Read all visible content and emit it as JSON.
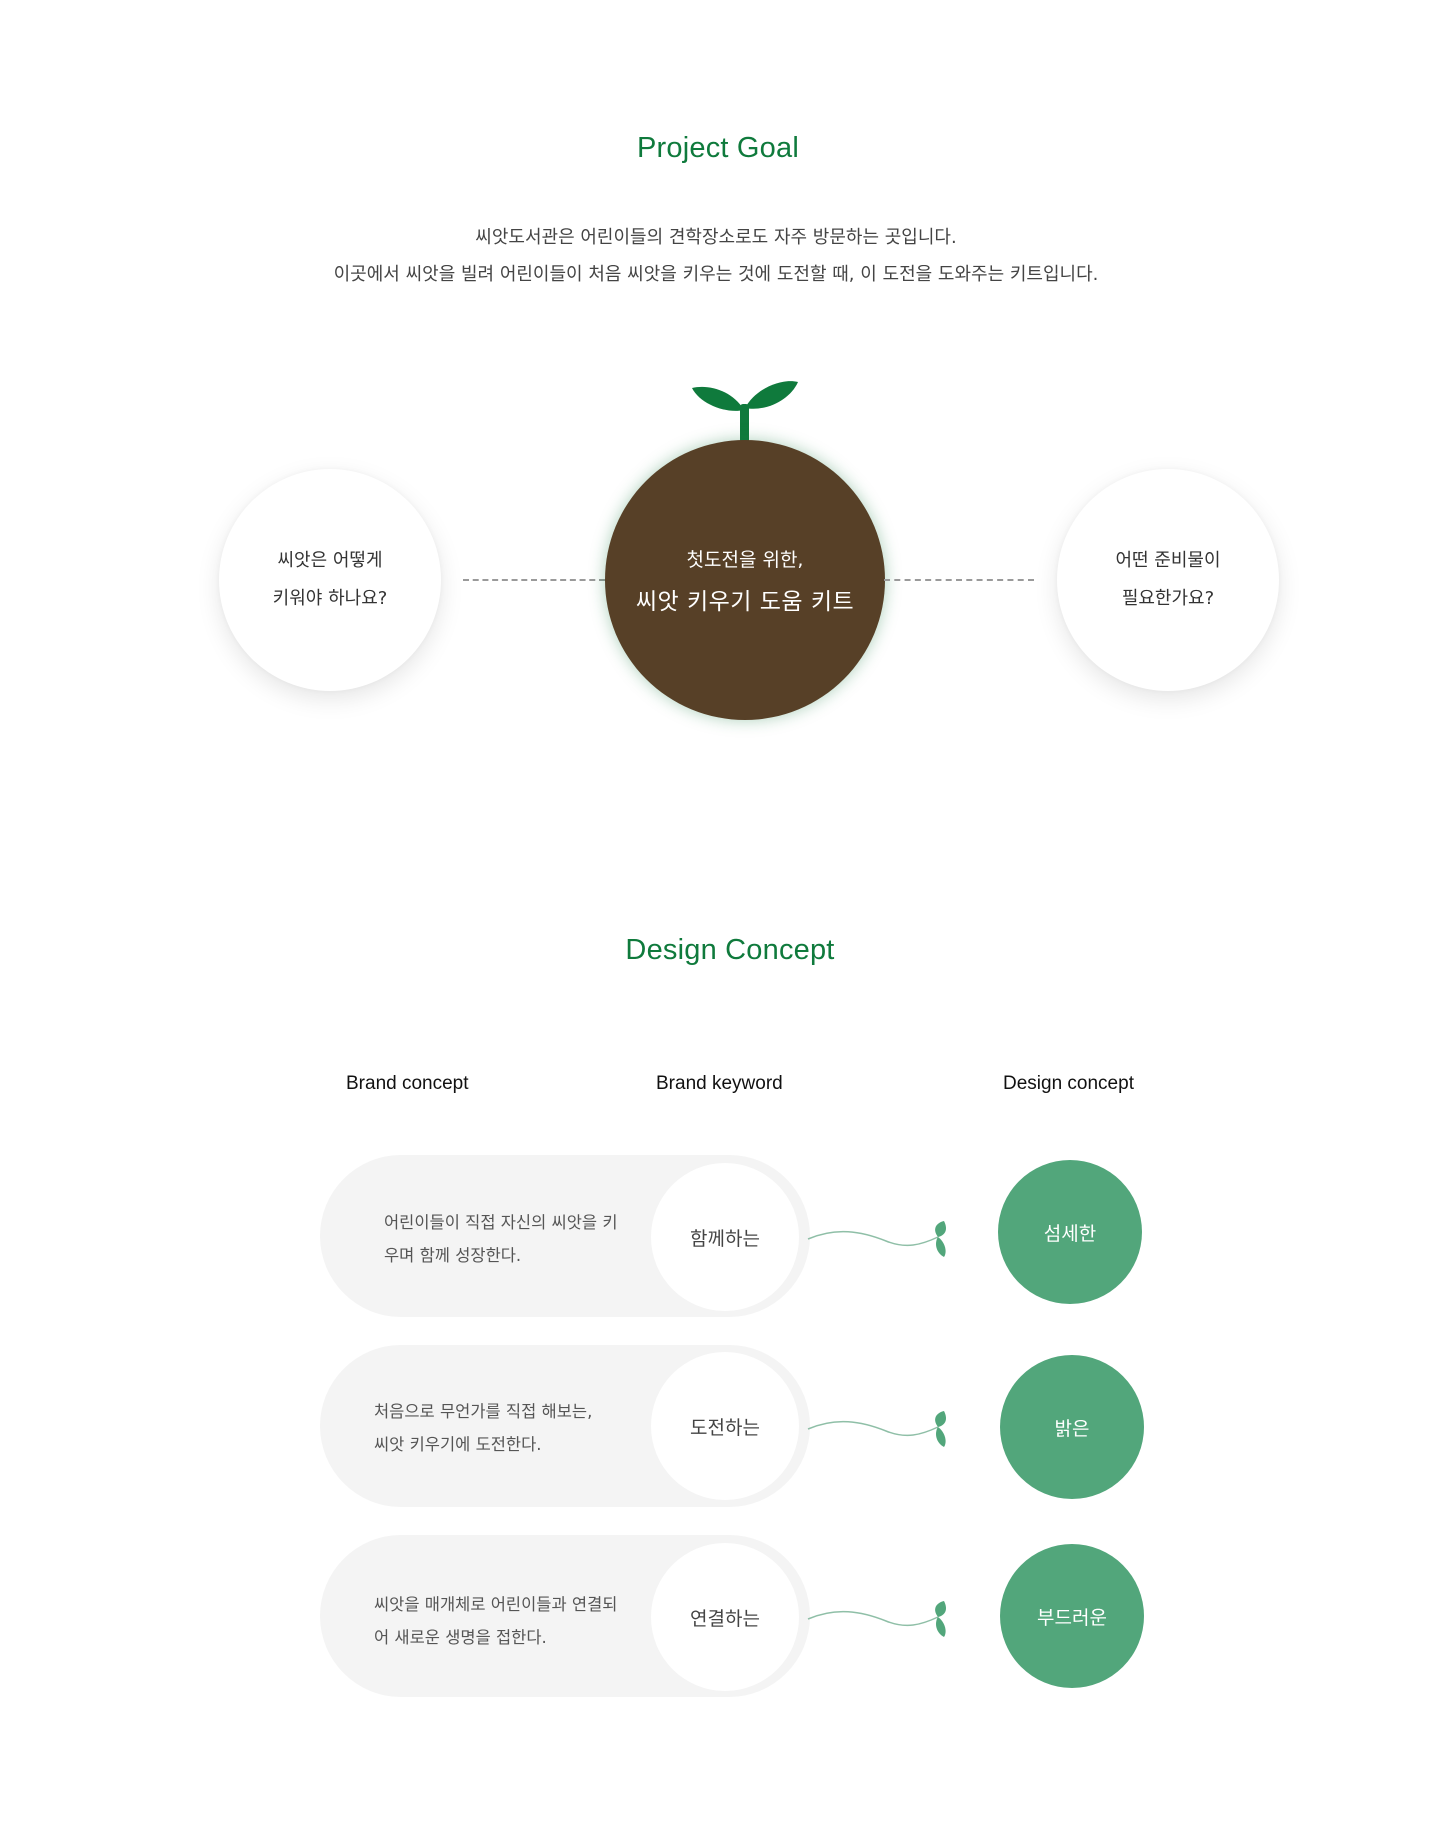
{
  "project_goal": {
    "title": "Project Goal",
    "intro_line1": "씨앗도서관은 어린이들의 견학장소로도 자주 방문하는 곳입니다.",
    "intro_line2": "이곳에서 씨앗을 빌려 어린이들이 처음 씨앗을 키우는 것에 도전할 때, 이 도전을 도와주는 키트입니다.",
    "left_question": {
      "line1": "씨앗은 어떻게",
      "line2": "키워야 하나요?"
    },
    "center": {
      "subtitle": "첫도전을 위한,",
      "title": "씨앗 키우기 도움 키트"
    },
    "right_question": {
      "line1": "어떤 준비물이",
      "line2": "필요한가요?"
    }
  },
  "design_concept": {
    "title": "Design Concept",
    "columns": [
      "Brand concept",
      "Brand keyword",
      "Design concept"
    ],
    "rows": [
      {
        "concept_line1": "어린이들이 직접 자신의 씨앗을 키",
        "concept_line2": "우며 함께 성장한다.",
        "keyword": "함께하는",
        "design": "섬세한"
      },
      {
        "concept_line1": "처음으로 무언가를 직접 해보는,",
        "concept_line2": "씨앗 키우기에 도전한다.",
        "keyword": "도전하는",
        "design": "밝은"
      },
      {
        "concept_line1": "씨앗을 매개체로 어린이들과 연결되",
        "concept_line2": "어 새로운 생명을 접한다.",
        "keyword": "연결하는",
        "design": "부드러운"
      }
    ]
  },
  "colors": {
    "title_green": "#0f7a3c",
    "soil_brown": "#574027",
    "concept_green": "#52a67b",
    "pill_gray": "#f4f4f4"
  },
  "icons": [
    "sprout-icon",
    "vine-leaf-icon"
  ]
}
